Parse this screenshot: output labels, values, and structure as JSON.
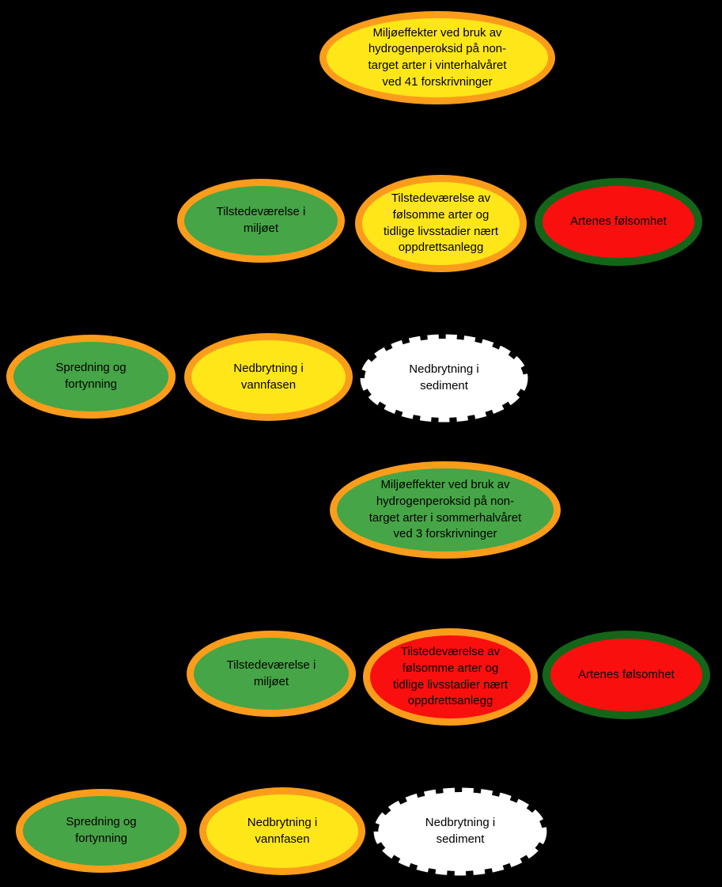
{
  "colors": {
    "background": "#000000",
    "text": "#000000",
    "orange_border": "#FB9D1B",
    "dark_green_border": "#156518",
    "yellow_fill": "#FFE619",
    "green_fill": "#46A546",
    "red_fill": "#FA0F0F",
    "white_fill": "#FFFFFF"
  },
  "diagram": {
    "type": "risk-influence-diagram",
    "groups": [
      {
        "id": "winter",
        "title_node_index": 0,
        "factor_node_indexes": [
          1,
          2,
          3,
          4,
          5,
          6
        ]
      },
      {
        "id": "summer",
        "title_node_index": 7,
        "factor_node_indexes": [
          8,
          9,
          10,
          11,
          12,
          13
        ]
      }
    ]
  },
  "nodes": [
    {
      "id": "winter-title",
      "group": "winter",
      "role": "main-effect",
      "fill": "yellow",
      "border": "orange",
      "label": "Miljøeffekter ved bruk av hydrogenperoksid på non-target arter i vinterhalvåret ved 41 forskrivninger"
    },
    {
      "id": "winter-presence-environment",
      "group": "winter",
      "role": "factor",
      "fill": "green",
      "border": "orange",
      "label": "Tilstedeværelse i miljøet"
    },
    {
      "id": "winter-presence-sensitive-species",
      "group": "winter",
      "role": "factor",
      "fill": "yellow",
      "border": "orange",
      "label": "Tilstedeværelse av følsomme arter og tidlige livsstadier nært oppdrettsanlegg"
    },
    {
      "id": "winter-species-sensitivity",
      "group": "winter",
      "role": "factor",
      "fill": "red",
      "border": "dark-green",
      "label": "Artenes følsomhet"
    },
    {
      "id": "winter-spreading-dilution",
      "group": "winter",
      "role": "factor",
      "fill": "green",
      "border": "orange",
      "label": "Spredning og fortynning"
    },
    {
      "id": "winter-degradation-water",
      "group": "winter",
      "role": "factor",
      "fill": "yellow",
      "border": "orange",
      "label": "Nedbrytning i vannfasen"
    },
    {
      "id": "winter-degradation-sediment",
      "group": "winter",
      "role": "factor",
      "fill": "white",
      "border": "hatched",
      "label": "Nedbrytning i sediment"
    },
    {
      "id": "summer-title",
      "group": "summer",
      "role": "main-effect",
      "fill": "green",
      "border": "orange",
      "label": "Miljøeffekter ved bruk av hydrogenperoksid på non-target arter i sommerhalvåret ved 3 forskrivninger"
    },
    {
      "id": "summer-presence-environment",
      "group": "summer",
      "role": "factor",
      "fill": "green",
      "border": "orange",
      "label": "Tilstedeværelse i miljøet"
    },
    {
      "id": "summer-presence-sensitive-species",
      "group": "summer",
      "role": "factor",
      "fill": "red",
      "border": "orange",
      "label": "Tilstedeværelse av følsomme arter og tidlige livsstadier nært oppdrettsanlegg"
    },
    {
      "id": "summer-species-sensitivity",
      "group": "summer",
      "role": "factor",
      "fill": "red",
      "border": "dark-green",
      "label": "Artenes følsomhet"
    },
    {
      "id": "summer-spreading-dilution",
      "group": "summer",
      "role": "factor",
      "fill": "green",
      "border": "orange",
      "label": "Spredning og fortynning"
    },
    {
      "id": "summer-degradation-water",
      "group": "summer",
      "role": "factor",
      "fill": "yellow",
      "border": "orange",
      "label": "Nedbrytning i vannfasen"
    },
    {
      "id": "summer-degradation-sediment",
      "group": "summer",
      "role": "factor",
      "fill": "white",
      "border": "hatched",
      "label": "Nedbrytning i sediment"
    }
  ]
}
